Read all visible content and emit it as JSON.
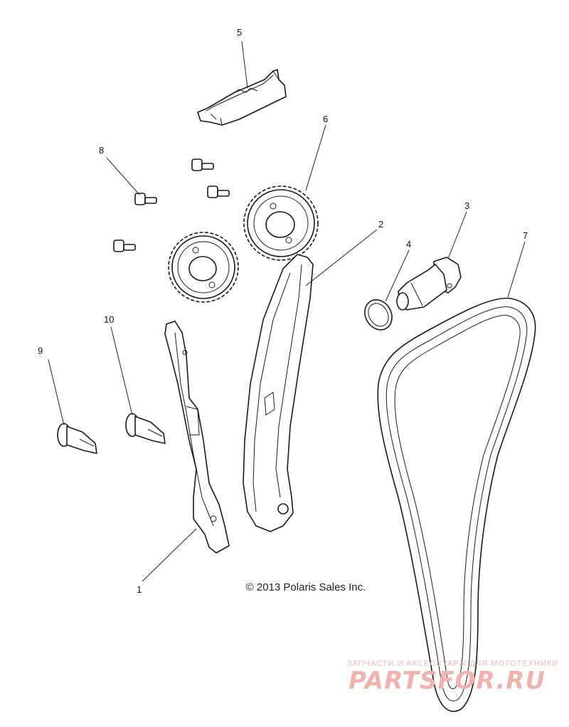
{
  "callouts": {
    "c1": "1",
    "c2": "2",
    "c3": "3",
    "c4": "4",
    "c5": "5",
    "c6": "6",
    "c7": "7",
    "c8": "8",
    "c9": "9",
    "c10": "10"
  },
  "copyright": "© 2013 Polaris Sales Inc.",
  "watermark": {
    "tagline": "ЗАПЧАСТИ И АКСЕССУАРЫ ДЛЯ МОТОТЕХНИКИ",
    "brand": "PARTSFOR.RU"
  },
  "colors": {
    "line": "#1a1a1a",
    "watermark": "#efb2ad"
  }
}
